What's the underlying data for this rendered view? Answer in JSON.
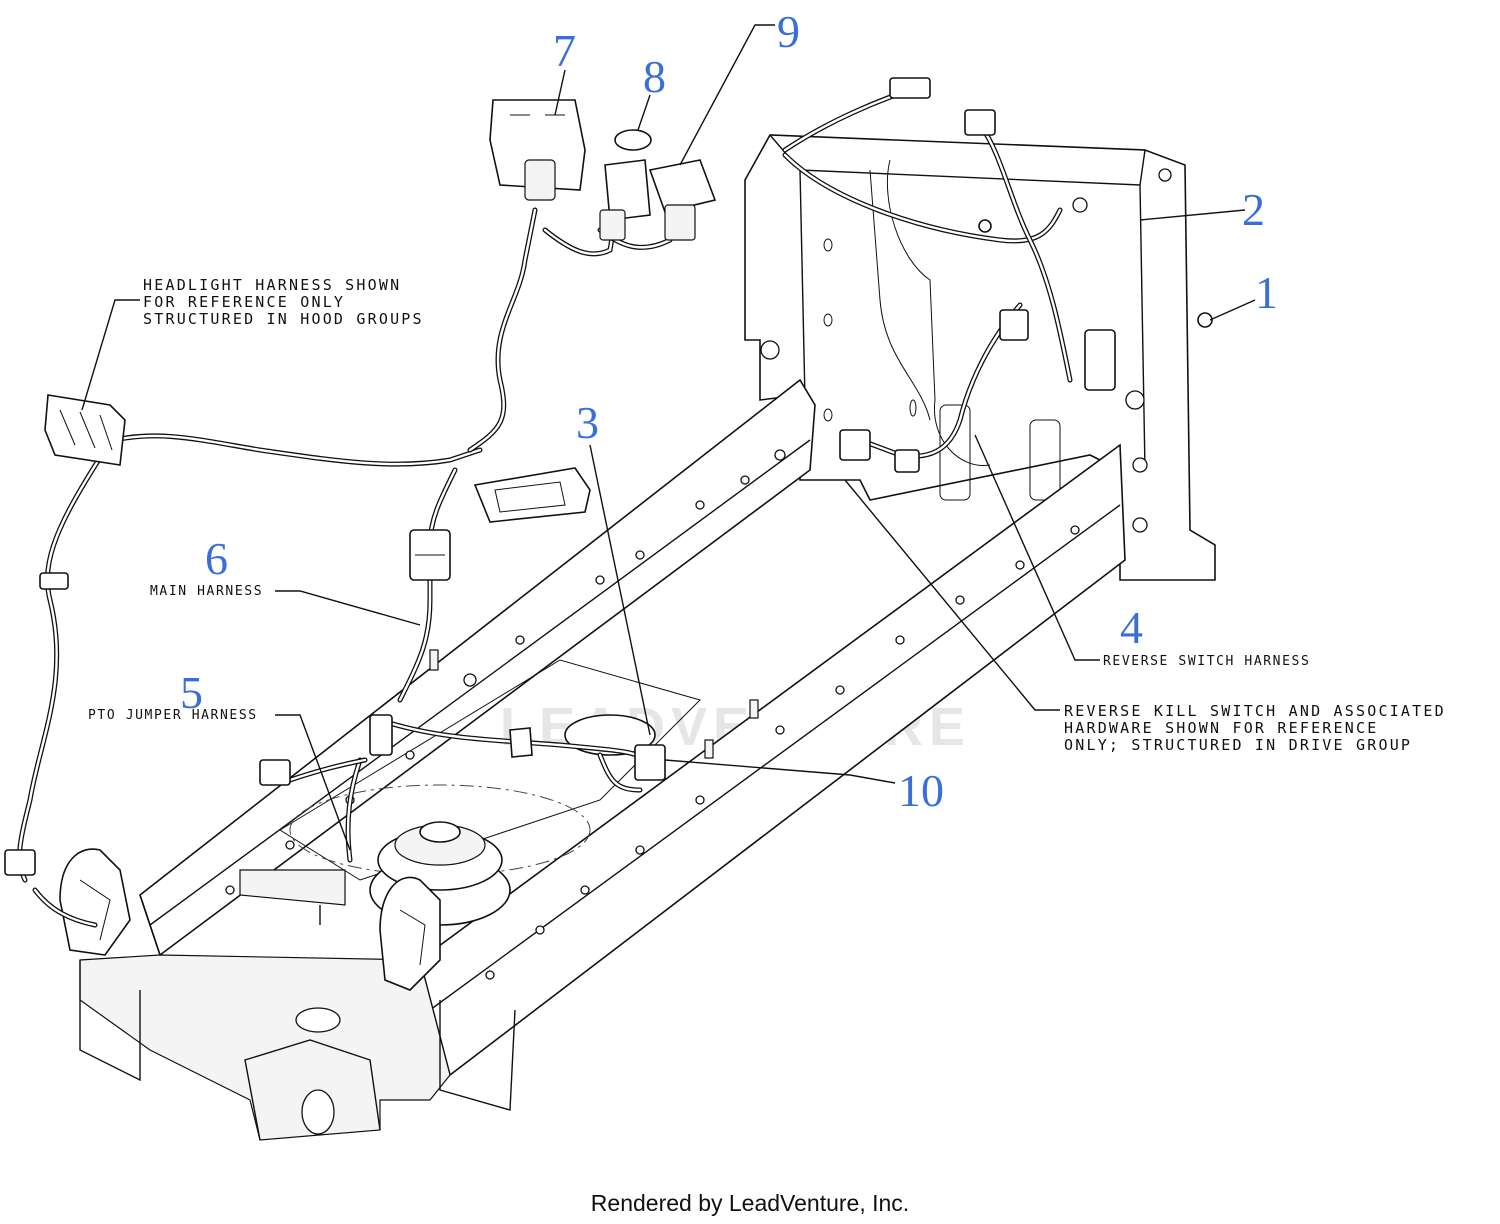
{
  "callouts": [
    "1",
    "2",
    "3",
    "4",
    "5",
    "6",
    "7",
    "8",
    "9",
    "10"
  ],
  "notes": {
    "headlight": [
      "HEADLIGHT HARNESS SHOWN",
      "FOR REFERENCE ONLY",
      "STRUCTURED IN HOOD GROUPS"
    ],
    "main_harness": "MAIN HARNESS",
    "pto_jumper": "PTO JUMPER HARNESS",
    "reverse_switch": "REVERSE SWITCH HARNESS",
    "reverse_kill": [
      "REVERSE KILL SWITCH AND ASSOCIATED",
      "HARDWARE SHOWN FOR REFERENCE",
      "ONLY; STRUCTURED IN DRIVE GROUP"
    ]
  },
  "watermark": "LEADVENTURE",
  "footer": "Rendered by LeadVenture, Inc.",
  "colors": {
    "callout": "#3a6fd8",
    "ink": "#111111",
    "watermark": "#e6e6e6"
  }
}
